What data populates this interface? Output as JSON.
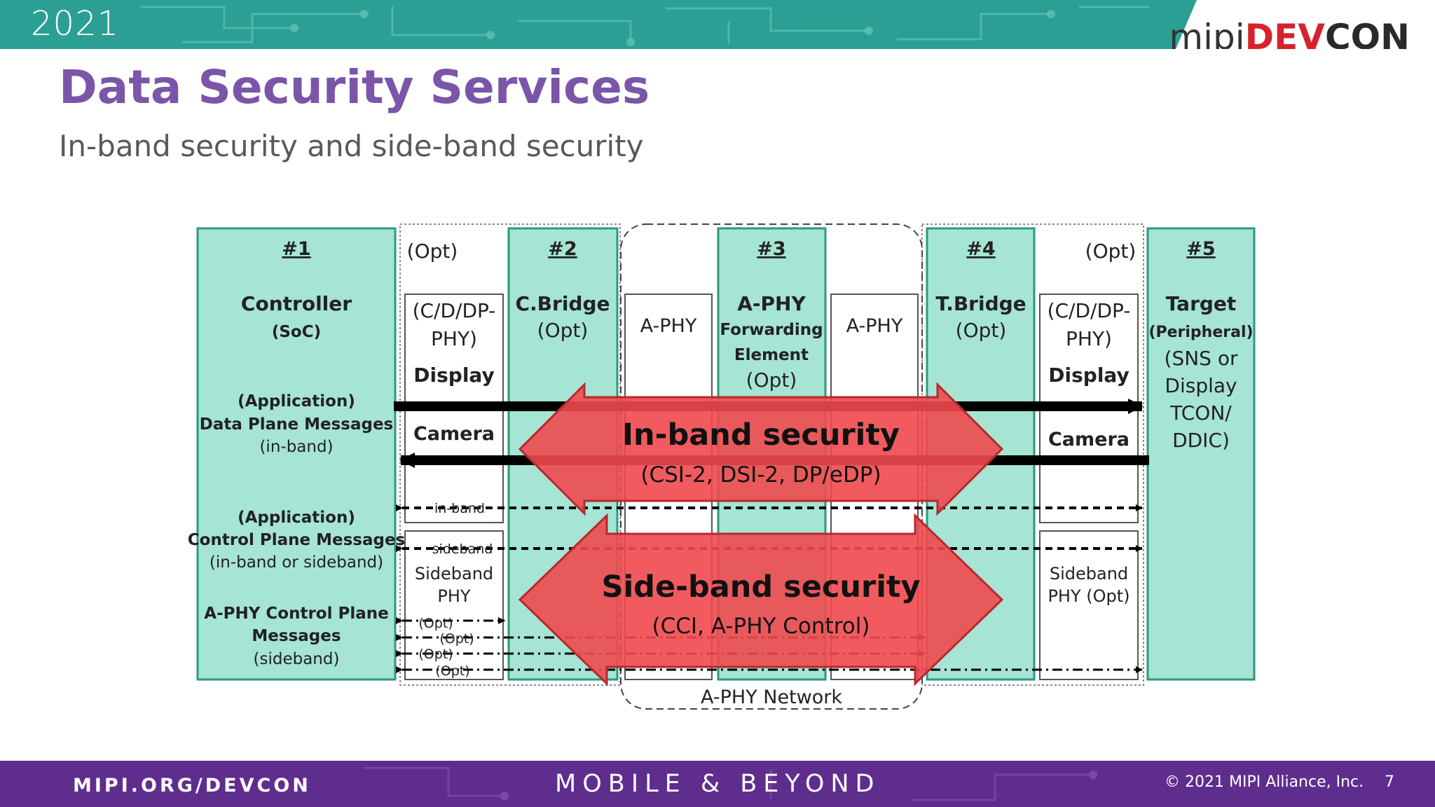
{
  "header": {
    "year": "2021",
    "brand_mipi": "mipi",
    "brand_dev": "DEV",
    "brand_con": "CON"
  },
  "slide": {
    "title": "Data Security Services",
    "subtitle": "In-band security and side-band security"
  },
  "footer": {
    "url": "MIPI.ORG/DEVCON",
    "tagline": "MOBILE & BEYOND",
    "copyright": "© 2021 MIPI Alliance, Inc.",
    "page": "7"
  },
  "colors": {
    "teal_box": "#a6e4d4",
    "teal_border": "#2a9a82",
    "arrow_red": "#f0494f",
    "title_purple": "#7a55a8",
    "footer_purple": "#5f2d8e",
    "header_teal": "#2c9f95"
  },
  "diagram": {
    "n1": {
      "num": "#1",
      "name": "Controller",
      "sub": "(SoC)",
      "data_a": "(Application)",
      "data_b": "Data Plane Messages",
      "data_c": "(in-band)",
      "ctrl_a": "(Application)",
      "ctrl_b": "Control Plane Messages",
      "ctrl_c": "(in-band or sideband)",
      "aphy_a": "A-PHY Control Plane",
      "aphy_b": "Messages",
      "aphy_c": "(sideband)"
    },
    "left_opt": {
      "opt": "(Opt)",
      "phy_a": "(C/D/DP-",
      "phy_b": "PHY)",
      "display": "Display",
      "camera": "Camera",
      "inband": "in-band",
      "sideband": "sideband",
      "sb_a": "Sideband",
      "sb_b": "PHY"
    },
    "n2": {
      "num": "#2",
      "name": "C.Bridge",
      "sub": "(Opt)"
    },
    "aphy_left": "A-PHY",
    "n3": {
      "num": "#3",
      "a": "A-PHY",
      "b": "Forwarding",
      "c": "Element",
      "d": "(Opt)"
    },
    "aphy_right": "A-PHY",
    "network": "A-PHY Network",
    "n4": {
      "num": "#4",
      "name": "T.Bridge",
      "sub": "(Opt)"
    },
    "right_opt": {
      "opt": "(Opt)",
      "phy_a": "(C/D/DP-",
      "phy_b": "PHY)",
      "display": "Display",
      "camera": "Camera",
      "sb_a": "Sideband",
      "sb_b": "PHY (Opt)"
    },
    "n5": {
      "num": "#5",
      "name": "Target",
      "sub": "(Peripheral)",
      "a": "(SNS or",
      "b": "Display",
      "c": "TCON/",
      "d": "DDIC)"
    },
    "opt_labels": [
      "(Opt)",
      "(Opt)",
      "(Opt)",
      "(Opt)"
    ],
    "inband": {
      "title": "In-band security",
      "sub": "(CSI-2, DSI-2, DP/eDP)"
    },
    "sideband": {
      "title": "Side-band security",
      "sub": "(CCI, A-PHY Control)"
    }
  }
}
